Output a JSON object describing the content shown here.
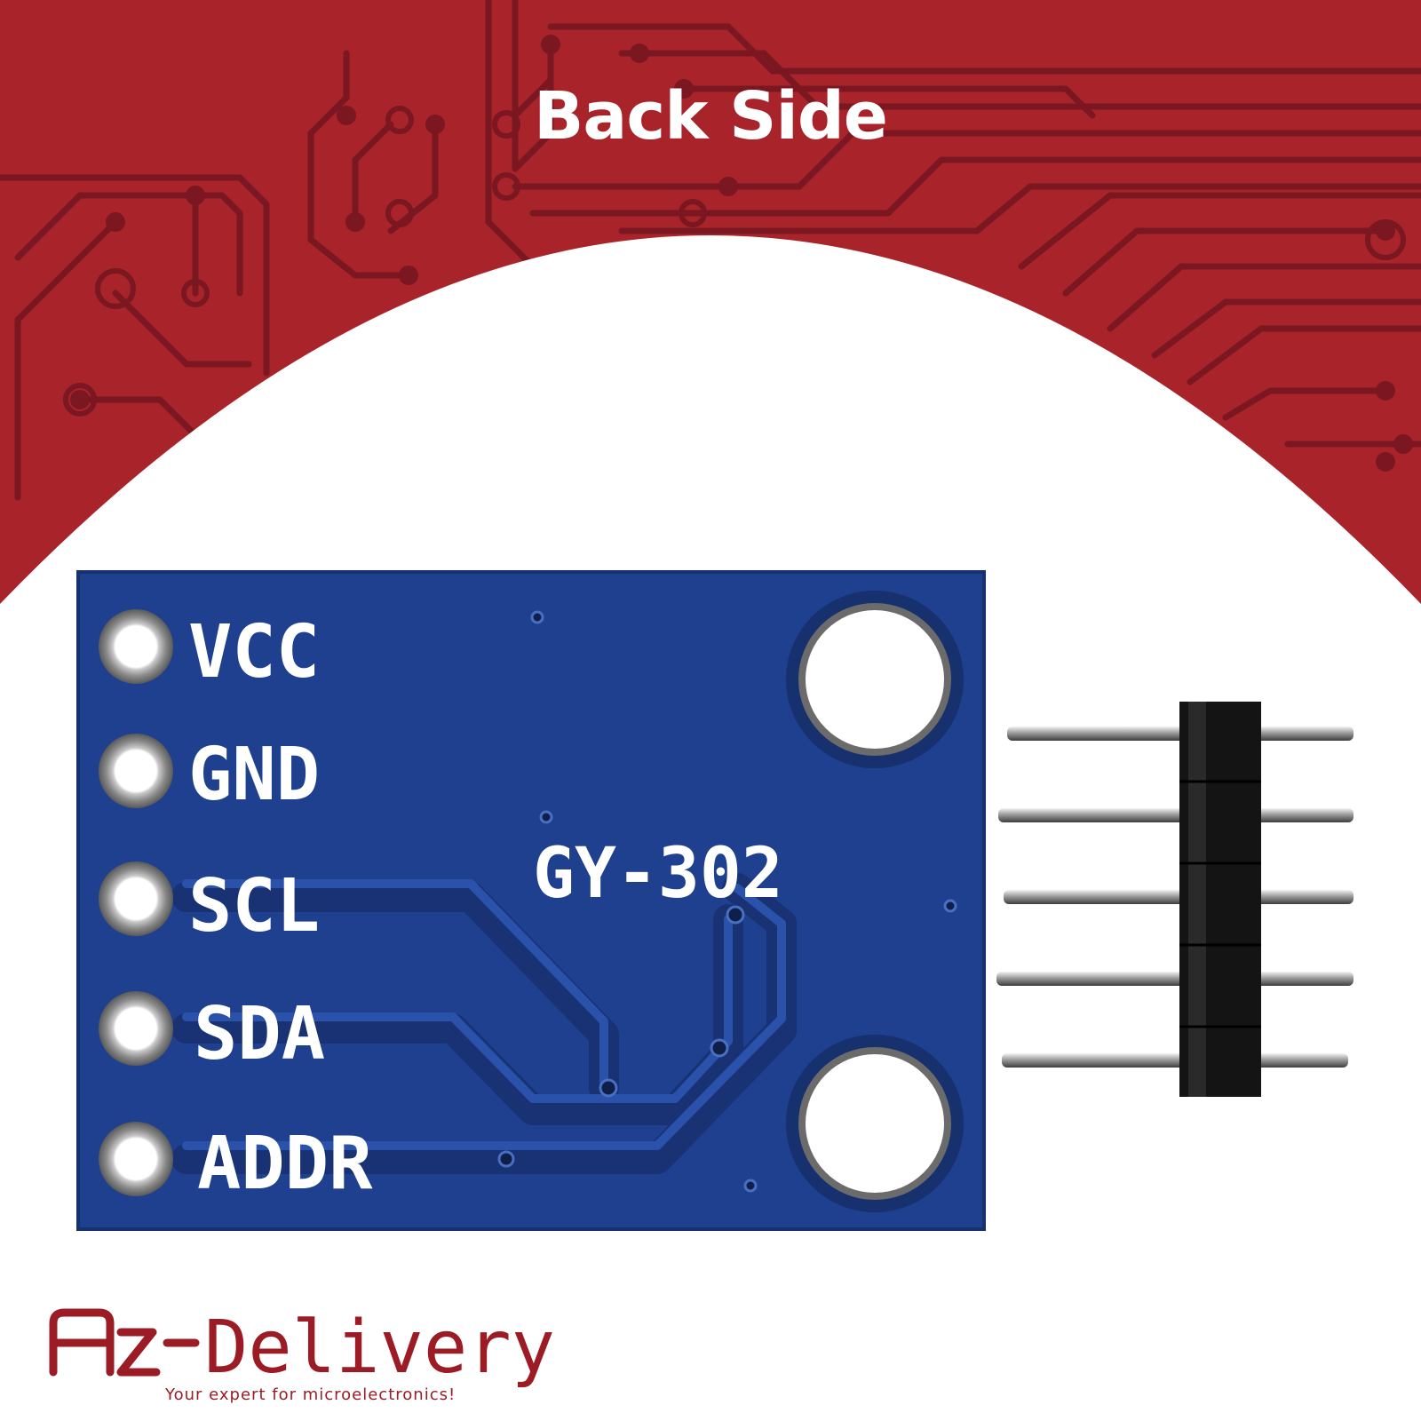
{
  "page": {
    "heading": "Back Side"
  },
  "board": {
    "model_label": "GY-302",
    "pins": [
      {
        "label": "VCC"
      },
      {
        "label": "GND"
      },
      {
        "label": "SCL"
      },
      {
        "label": "SDA"
      },
      {
        "label": "ADDR"
      }
    ]
  },
  "brand": {
    "name": "AZ-Delivery",
    "tagline": "Your expert for microelectronics!"
  },
  "colors": {
    "banner_red": "#a8232a",
    "trace_dark": "#6e1219",
    "pcb_blue": "#1f3f8f",
    "logo_red": "#9b1c24"
  }
}
